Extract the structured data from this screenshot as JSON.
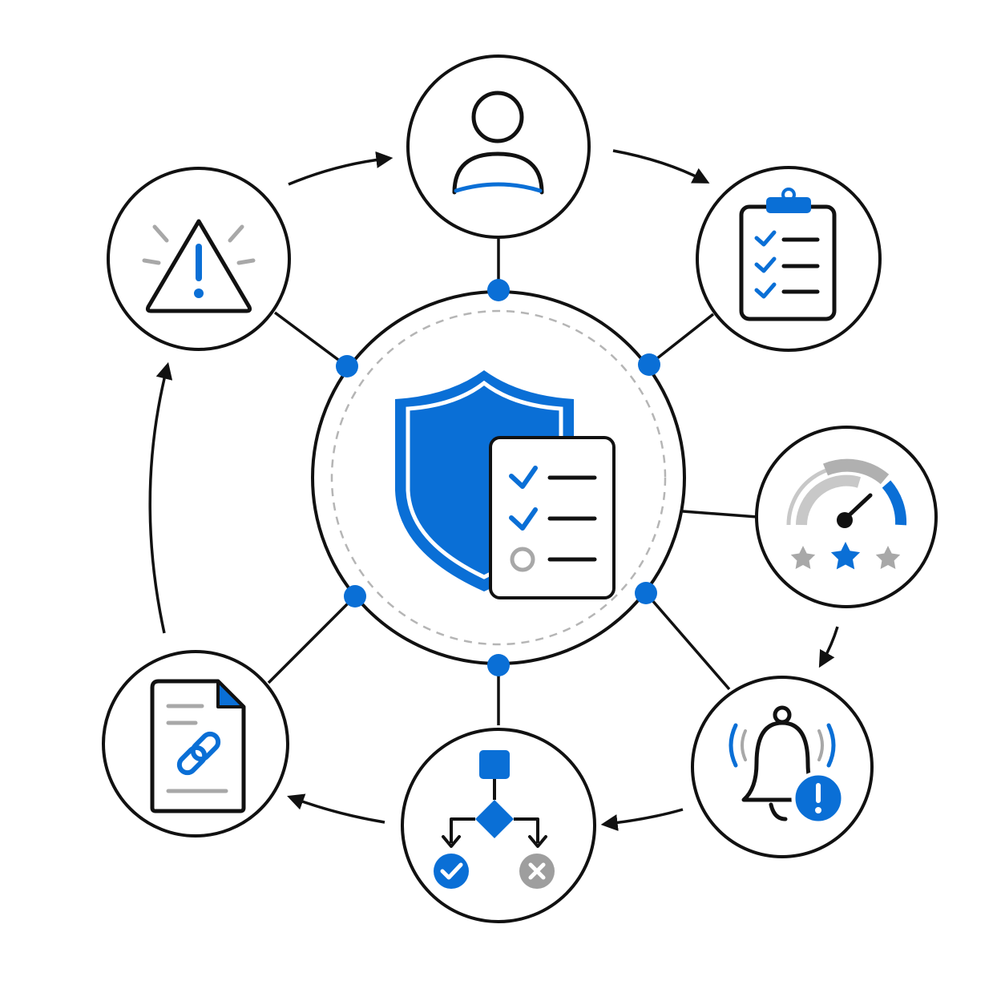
{
  "colors": {
    "accent": "#0a6fd6",
    "ink": "#111111",
    "muted": "#a8a8a8",
    "background": "#ffffff"
  },
  "hub": {
    "icon": "shield-checklist-icon"
  },
  "nodes": [
    {
      "id": "user",
      "icon": "user-icon"
    },
    {
      "id": "checklist",
      "icon": "clipboard-checklist-icon"
    },
    {
      "id": "rating",
      "icon": "gauge-rating-icon"
    },
    {
      "id": "alert",
      "icon": "bell-alert-icon"
    },
    {
      "id": "decision",
      "icon": "decision-flow-icon"
    },
    {
      "id": "document",
      "icon": "linked-document-icon"
    },
    {
      "id": "risk",
      "icon": "warning-triangle-icon"
    }
  ],
  "flow_order": [
    "user",
    "checklist",
    "rating",
    "alert",
    "decision",
    "document",
    "risk",
    "user"
  ]
}
